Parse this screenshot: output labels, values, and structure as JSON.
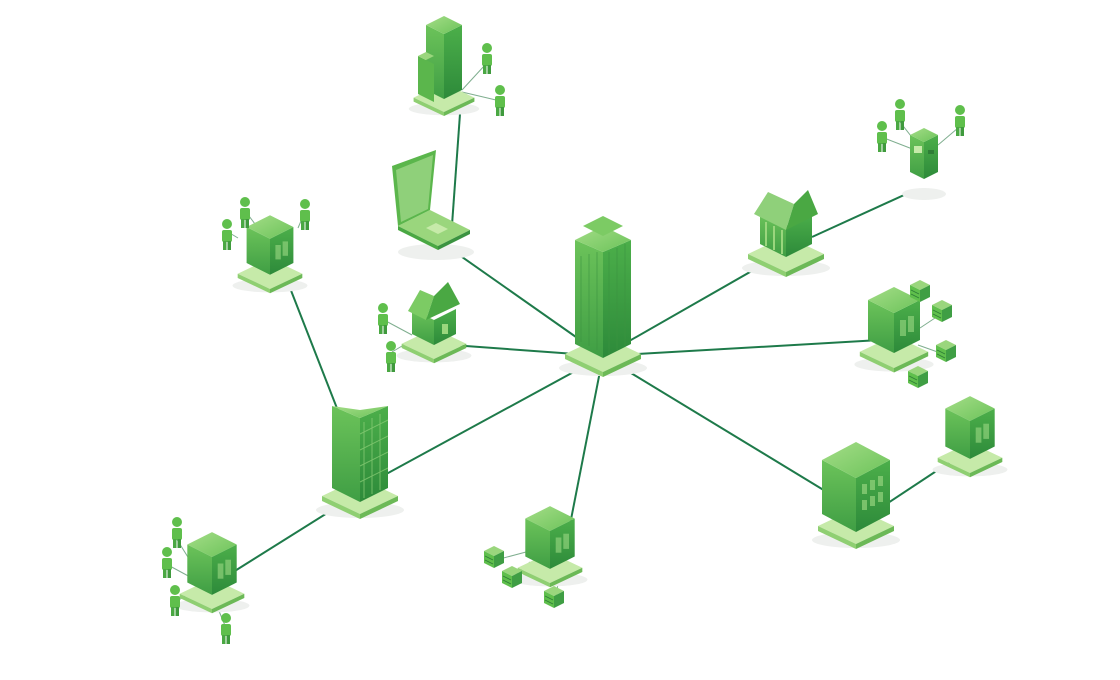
{
  "diagram": {
    "type": "network-hub-illustration",
    "colors": {
      "link": "#1e7a4a",
      "thin_link": "#7fae8f",
      "light_face": "#8fd07a",
      "mid_face": "#55b548",
      "dark_face": "#2f8a3a",
      "base": "#b8e39c",
      "shadow": "#e9ece9"
    },
    "nodes": [
      {
        "id": "hq",
        "icon": "skyscraper-icon"
      },
      {
        "id": "tower-top",
        "icon": "office-tower-icon"
      },
      {
        "id": "laptop",
        "icon": "laptop-icon"
      },
      {
        "id": "small-office-left",
        "icon": "small-office-icon"
      },
      {
        "id": "house",
        "icon": "house-icon"
      },
      {
        "id": "bank",
        "icon": "bank-icon"
      },
      {
        "id": "atm",
        "icon": "atm-icon"
      },
      {
        "id": "warehouse-right",
        "icon": "warehouse-icon"
      },
      {
        "id": "regional-office",
        "icon": "office-building-icon"
      },
      {
        "id": "branch-far-right",
        "icon": "small-office-icon"
      },
      {
        "id": "warehouse-bottom",
        "icon": "warehouse-icon"
      },
      {
        "id": "tall-office",
        "icon": "office-tower-icon"
      },
      {
        "id": "small-office-bottom-left",
        "icon": "small-office-icon"
      }
    ],
    "connections": [
      [
        "hq",
        "laptop"
      ],
      [
        "hq",
        "house"
      ],
      [
        "hq",
        "bank"
      ],
      [
        "hq",
        "warehouse-right"
      ],
      [
        "hq",
        "regional-office"
      ],
      [
        "hq",
        "warehouse-bottom"
      ],
      [
        "hq",
        "tall-office"
      ],
      [
        "laptop",
        "tower-top"
      ],
      [
        "bank",
        "atm"
      ],
      [
        "regional-office",
        "branch-far-right"
      ],
      [
        "tall-office",
        "small-office-left"
      ],
      [
        "tall-office",
        "small-office-bottom-left"
      ]
    ]
  }
}
